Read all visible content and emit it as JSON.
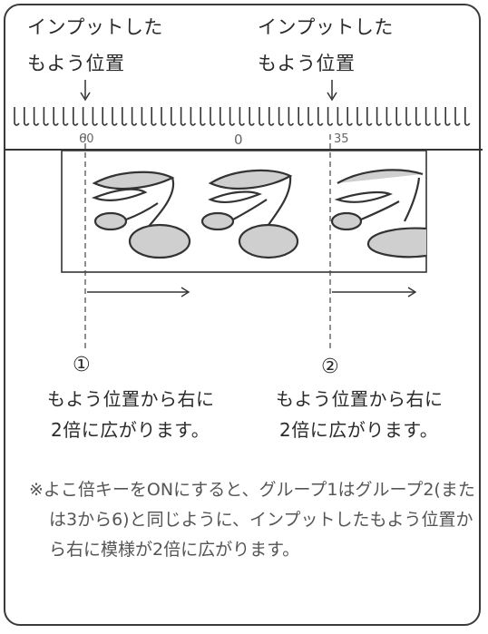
{
  "labels": {
    "input_pos_1": {
      "line1": "インプットした",
      "line2": "もよう位置"
    },
    "input_pos_2": {
      "line1": "インプットした",
      "line2": "もよう位置"
    }
  },
  "ruler": {
    "tick_60": "60",
    "tick_0": "0",
    "tick_35": "35"
  },
  "groups": [
    {
      "number": "①",
      "line1": "もよう位置から右に",
      "line2": "2倍に広がります。"
    },
    {
      "number": "②",
      "line1": "もよう位置から右に",
      "line2": "2倍に広がります。"
    }
  ],
  "note": "※よこ倍キーをONにすると、グループ1はグループ2(または3から6)と同じように、インプットしたもよう位置から右に模様が2倍に広がります。",
  "colors": {
    "line": "#333333",
    "fill": "#c9c9c9"
  }
}
